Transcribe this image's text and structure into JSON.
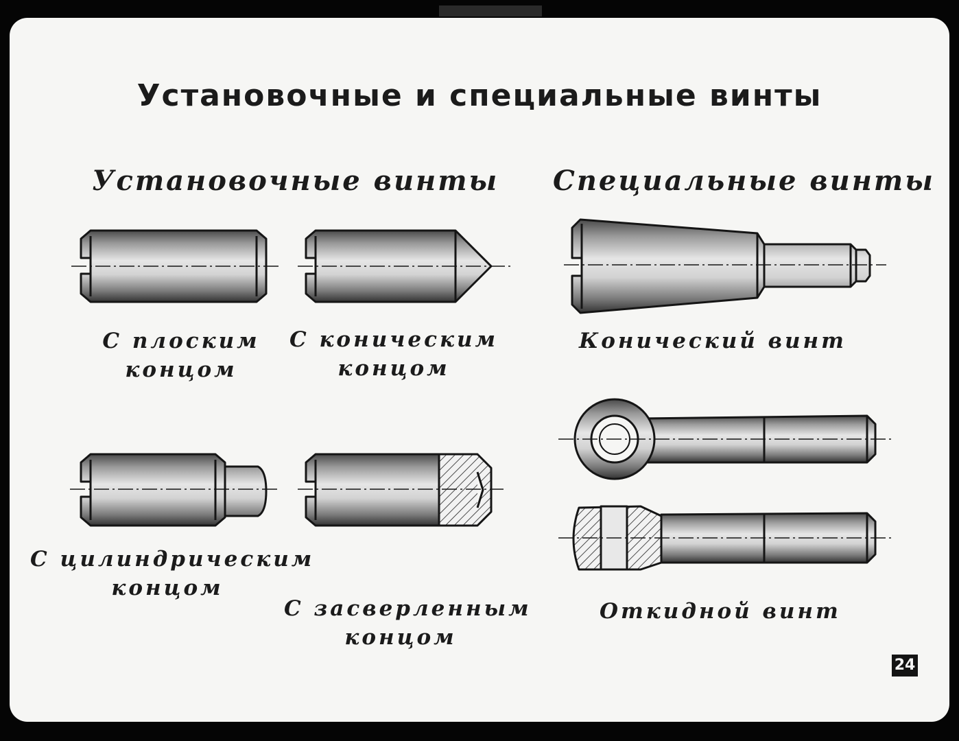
{
  "title": "Установочные и специальные винты",
  "sections": {
    "set_screws": "Установочные винты",
    "special_screws": "Специальные винты"
  },
  "captions": {
    "flat_end": [
      "С плоским",
      "концом"
    ],
    "cone_end": [
      "С коническим",
      "концом"
    ],
    "cylinder_end": [
      "С цилиндрическим",
      "концом"
    ],
    "drilled_end": [
      "С засверленным",
      "концом"
    ],
    "conical_screw": "Конический винт",
    "eye_screw": "Откидной винт"
  },
  "page_number": "24",
  "colors": {
    "background": "#050505",
    "paper": "#f6f6f4",
    "ink": "#1b1b1b"
  }
}
